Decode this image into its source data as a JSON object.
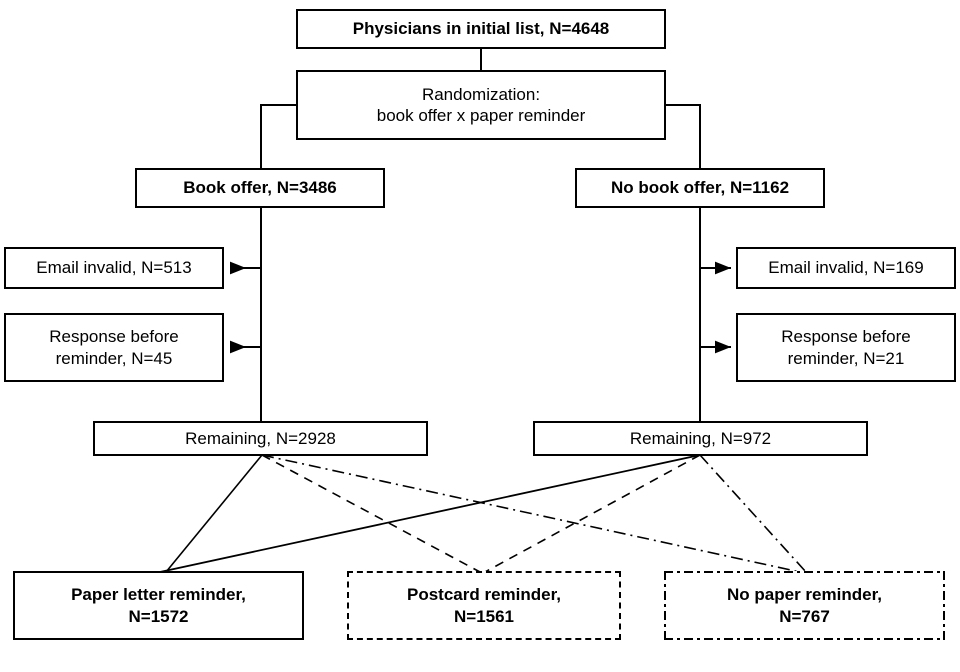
{
  "diagram": {
    "title": "CONSORT-style physician randomization flowchart",
    "line_color": "#000000",
    "background": "#ffffff"
  },
  "nodes": {
    "initial_list": {
      "label": "Physicians in initial list, N=4648"
    },
    "randomization": {
      "label": "Randomization:\nbook offer x paper reminder"
    },
    "book_offer": {
      "label": "Book offer, N=3486"
    },
    "no_book_offer": {
      "label": "No book offer, N=1162"
    },
    "email_invalid_left": {
      "label": "Email invalid, N=513"
    },
    "email_invalid_right": {
      "label": "Email invalid, N=169"
    },
    "response_before_left": {
      "label": "Response before\nreminder, N=45"
    },
    "response_before_right": {
      "label": "Response before\nreminder, N=21"
    },
    "remaining_left": {
      "label": "Remaining, N=2928"
    },
    "remaining_right": {
      "label": "Remaining, N=972"
    },
    "paper_letter": {
      "label": "Paper letter reminder,\nN=1572"
    },
    "postcard": {
      "label": "Postcard reminder,\nN=1561"
    },
    "no_paper": {
      "label": "No paper reminder,\nN=767"
    }
  },
  "chart_data": {
    "type": "diagram",
    "title": "Physician randomization flow",
    "stages": [
      {
        "name": "Physicians in initial list",
        "n": 4648
      },
      {
        "name": "Randomization: book offer x paper reminder",
        "n": null
      },
      {
        "name": "Book offer",
        "n": 3486
      },
      {
        "name": "No book offer",
        "n": 1162
      },
      {
        "name": "Email invalid (book offer arm)",
        "n": 513
      },
      {
        "name": "Response before reminder (book offer arm)",
        "n": 45
      },
      {
        "name": "Email invalid (no book offer arm)",
        "n": 169
      },
      {
        "name": "Response before reminder (no book offer arm)",
        "n": 21
      },
      {
        "name": "Remaining (book offer arm)",
        "n": 2928
      },
      {
        "name": "Remaining (no book offer arm)",
        "n": 972
      },
      {
        "name": "Paper letter reminder",
        "n": 1572
      },
      {
        "name": "Postcard reminder",
        "n": 1561
      },
      {
        "name": "No paper reminder",
        "n": 767
      }
    ]
  }
}
